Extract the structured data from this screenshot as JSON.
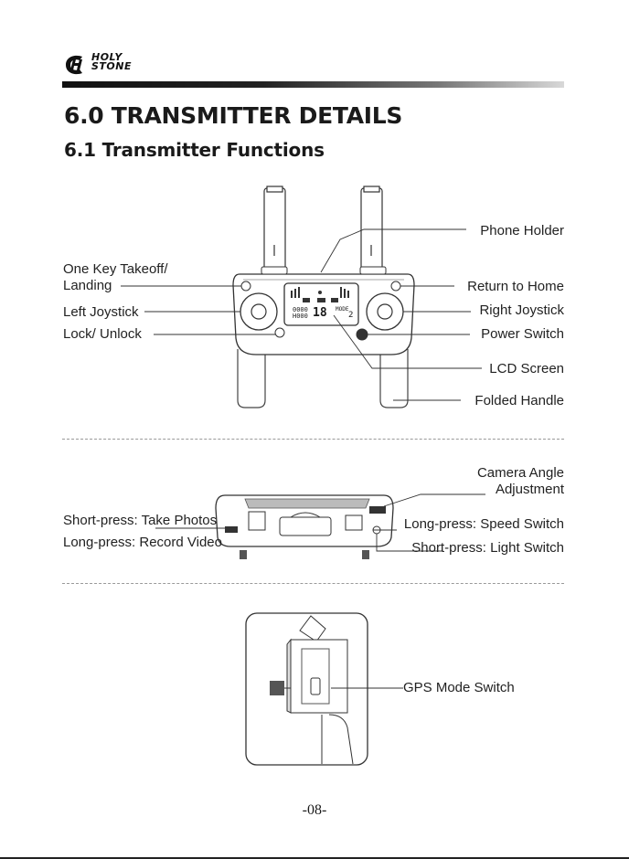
{
  "header": {
    "logo_line1": "HOLY",
    "logo_line2": "STONE"
  },
  "title": "6.0 TRANSMITTER DETAILS",
  "subtitle": "6.1 Transmitter Functions",
  "top_labels": {
    "one_key_takeoff": "One Key Takeoff/",
    "landing": "Landing",
    "left_joystick": "Left Joystick",
    "lock_unlock": "Lock/ Unlock",
    "phone_holder": "Phone Holder",
    "return_home": "Return to Home",
    "right_joystick": "Right Joystick",
    "power_switch": "Power Switch",
    "lcd_screen": "LCD Screen",
    "folded_handle": "Folded Handle"
  },
  "lcd": {
    "digits_left_top": "0000",
    "digits_left_bottom": "H000",
    "digits_center": "18",
    "mode_label": "MODE",
    "mode_value": "2"
  },
  "middle_labels": {
    "camera_angle_line1": "Camera Angle",
    "camera_angle_line2": "Adjustment",
    "short_press_photos": "Short-press: Take Photos",
    "long_press_video": "Long-press: Record Video",
    "long_press_speed": "Long-press: Speed Switch",
    "short_press_light": "Short-press:  Light Switch"
  },
  "bottom_labels": {
    "gps_mode": "GPS Mode Switch"
  },
  "footer": {
    "page_number": "-08-"
  }
}
